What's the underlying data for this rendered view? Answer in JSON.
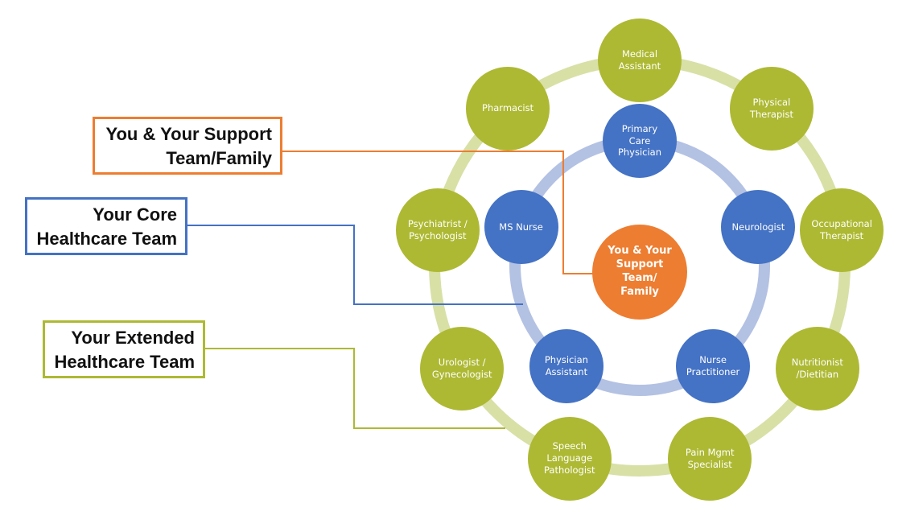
{
  "colors": {
    "extended_node": "#adb933",
    "extended_ring": "#d8e0a6",
    "core_node": "#4472c4",
    "core_ring": "#b3c1e3",
    "center_node": "#ed7d31",
    "legend_support_border": "#ed7d31",
    "legend_core_border": "#4472c4",
    "legend_extended_border": "#adb933"
  },
  "legends": {
    "support": "You & Your Support\nTeam/Family",
    "core": "Your Core\nHealthcare Team",
    "extended": "Your Extended\nHealthcare Team"
  },
  "center": {
    "label": "You & Your\nSupport\nTeam/\nFamily"
  },
  "core_team": [
    "Primary\nCare\nPhysician",
    "Neurologist",
    "Nurse\nPractitioner",
    "Physician\nAssistant",
    "MS Nurse"
  ],
  "extended_team": [
    "Medical\nAssistant",
    "Physical\nTherapist",
    "Occupational\nTherapist",
    "Nutritionist\n/Dietitian",
    "Pain Mgmt\nSpecialist",
    "Speech\nLanguage\nPathologist",
    "Urologist /\nGynecologist",
    "Psychiatrist /\nPsychologist",
    "Pharmacist"
  ]
}
